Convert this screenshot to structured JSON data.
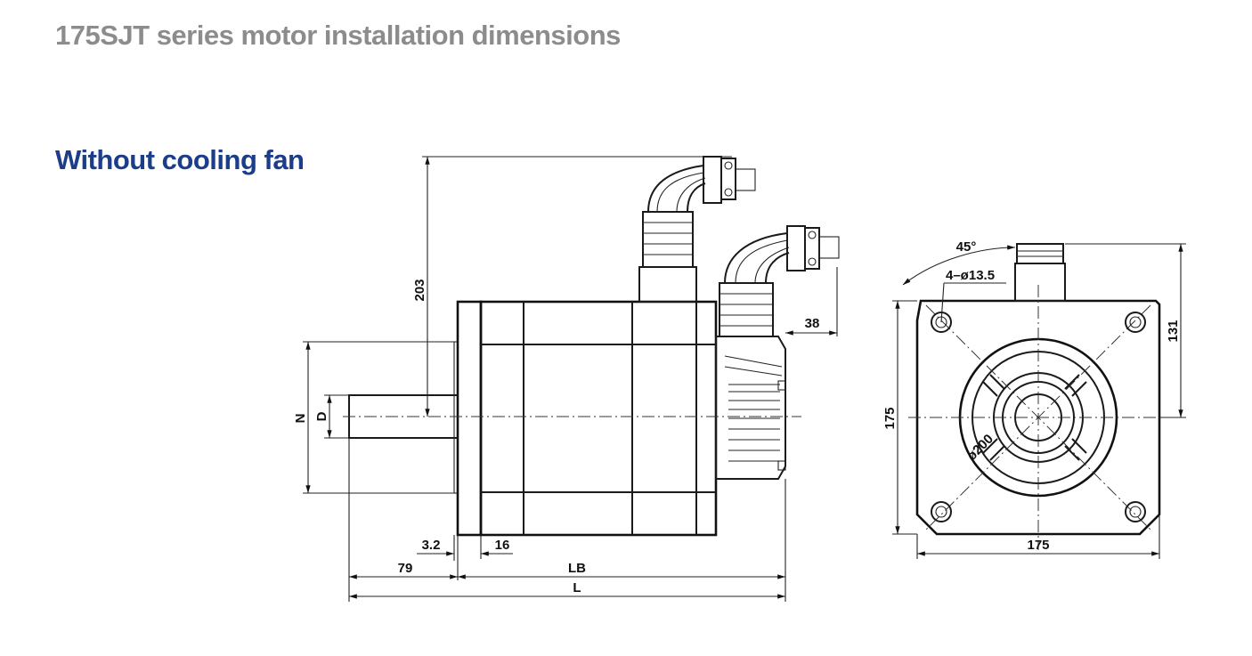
{
  "page_title": "175SJT series motor installation dimensions",
  "section_title": "Without cooling fan",
  "dimensions": {
    "height_203": "203",
    "n": "N",
    "d": "D",
    "flange_3_2": "3.2",
    "flange_16": "16",
    "shaft_79": "79",
    "lb": "LB",
    "l": "L",
    "connector_38": "38",
    "angle_45": "45°",
    "holes": "4–ø13.5",
    "pcd": "ø200",
    "square_height": "175",
    "square_width": "175",
    "offset_131": "131"
  },
  "colors": {
    "title_gray": "#8c8c8c",
    "section_blue": "#1b3d8a",
    "line": "#1a1a1a"
  }
}
